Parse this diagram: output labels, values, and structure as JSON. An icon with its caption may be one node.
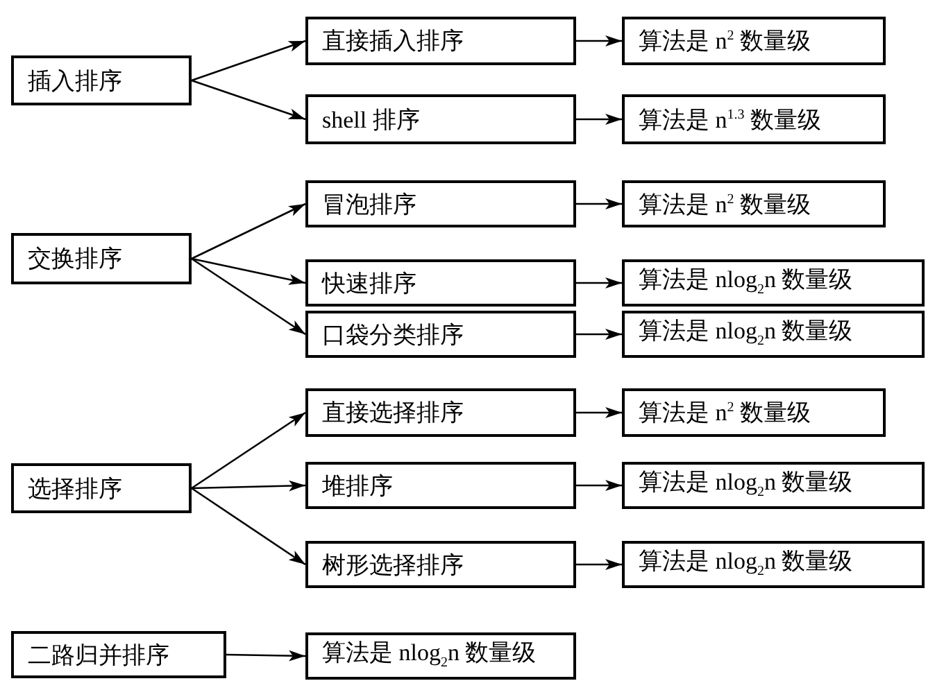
{
  "diagram": {
    "nodes": [
      {
        "text": [
          "插入排序"
        ]
      },
      {
        "text": [
          "直接插入排序"
        ]
      },
      {
        "text": [
          "算法是 n$^{2}$ 数量级"
        ]
      },
      {
        "text": [
          "shell 排序"
        ]
      },
      {
        "text": [
          "算法是 n$^{1.3}$ 数量级"
        ]
      },
      {
        "text": [
          "交换排序"
        ]
      },
      {
        "text": [
          "冒泡排序"
        ]
      },
      {
        "text": [
          "算法是 n$^{2}$ 数量级"
        ]
      },
      {
        "text": [
          "快速排序"
        ]
      },
      {
        "text": [
          "算法是 nlog$_{2}$n 数量级"
        ]
      },
      {
        "text": [
          "口袋分类排序"
        ]
      },
      {
        "text": [
          "算法是 nlog$_{2}$n 数量级"
        ]
      },
      {
        "text": [
          "选择排序"
        ]
      },
      {
        "text": [
          "直接选择排序"
        ]
      },
      {
        "text": [
          "算法是 n$^{2}$ 数量级"
        ]
      },
      {
        "text": [
          "堆排序"
        ]
      },
      {
        "text": [
          "算法是 nlog$_{2}$n 数量级"
        ]
      },
      {
        "text": [
          "树形选择排序"
        ]
      },
      {
        "text": [
          "算法是 nlog$_{2}$n 数量级"
        ]
      },
      {
        "text": [
          "二路归并排序"
        ]
      },
      {
        "text": [
          "算法是 nlog$_{2}$n 数量级"
        ]
      }
    ],
    "edges": [
      {
        "from": 0,
        "to": 1,
        "arrow": "to"
      },
      {
        "from": 0,
        "to": 3,
        "arrow": "to"
      },
      {
        "from": 1,
        "to": 2,
        "arrow": "to"
      },
      {
        "from": 3,
        "to": 4,
        "arrow": "to"
      },
      {
        "from": 5,
        "to": 6,
        "arrow": "to"
      },
      {
        "from": 5,
        "to": 8,
        "arrow": "to"
      },
      {
        "from": 5,
        "to": 10,
        "arrow": "to"
      },
      {
        "from": 6,
        "to": 7,
        "arrow": "to"
      },
      {
        "from": 8,
        "to": 9,
        "arrow": "to"
      },
      {
        "from": 10,
        "to": 11,
        "arrow": "to"
      },
      {
        "from": 12,
        "to": 13,
        "arrow": "to"
      },
      {
        "from": 12,
        "to": 15,
        "arrow": "to"
      },
      {
        "from": 12,
        "to": 17,
        "arrow": "to"
      },
      {
        "from": 13,
        "to": 14,
        "arrow": "to"
      },
      {
        "from": 15,
        "to": 16,
        "arrow": "to"
      },
      {
        "from": 17,
        "to": 18,
        "arrow": "to"
      },
      {
        "from": 19,
        "to": 20,
        "arrow": "to"
      }
    ]
  }
}
